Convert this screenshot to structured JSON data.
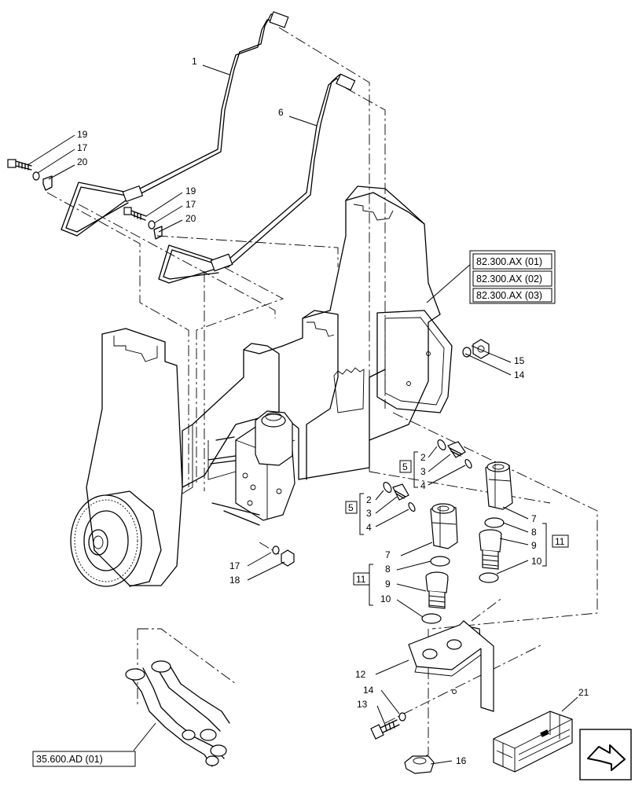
{
  "callouts": [
    {
      "id": "c1",
      "text": "1"
    },
    {
      "id": "c6",
      "text": "6"
    },
    {
      "id": "c19a",
      "text": "19"
    },
    {
      "id": "c17a",
      "text": "17"
    },
    {
      "id": "c20a",
      "text": "20"
    },
    {
      "id": "c19b",
      "text": "19"
    },
    {
      "id": "c17b",
      "text": "17"
    },
    {
      "id": "c20b",
      "text": "20"
    },
    {
      "id": "c15",
      "text": "15"
    },
    {
      "id": "c14a",
      "text": "14"
    },
    {
      "id": "c2a",
      "text": "2"
    },
    {
      "id": "c3a",
      "text": "3"
    },
    {
      "id": "c4a",
      "text": "4"
    },
    {
      "id": "c5a",
      "text": "5"
    },
    {
      "id": "c2b",
      "text": "2"
    },
    {
      "id": "c3b",
      "text": "3"
    },
    {
      "id": "c4b",
      "text": "4"
    },
    {
      "id": "c5b",
      "text": "5"
    },
    {
      "id": "c7a",
      "text": "7"
    },
    {
      "id": "c8a",
      "text": "8"
    },
    {
      "id": "c9a",
      "text": "9"
    },
    {
      "id": "c10a",
      "text": "10"
    },
    {
      "id": "c11a",
      "text": "11"
    },
    {
      "id": "c7b",
      "text": "7"
    },
    {
      "id": "c8b",
      "text": "8"
    },
    {
      "id": "c9b",
      "text": "9"
    },
    {
      "id": "c10b",
      "text": "10"
    },
    {
      "id": "c11b",
      "text": "11"
    },
    {
      "id": "c17c",
      "text": "17"
    },
    {
      "id": "c18",
      "text": "18"
    },
    {
      "id": "c12",
      "text": "12"
    },
    {
      "id": "c14b",
      "text": "14"
    },
    {
      "id": "c13",
      "text": "13"
    },
    {
      "id": "c16",
      "text": "16"
    },
    {
      "id": "c21",
      "text": "21"
    }
  ],
  "references": [
    {
      "id": "r1",
      "text": "82.300.AX (01)"
    },
    {
      "id": "r2",
      "text": "82.300.AX (02)"
    },
    {
      "id": "r3",
      "text": "82.300.AX (03)"
    },
    {
      "id": "r4",
      "text": "35.600.AD (01)"
    }
  ],
  "nav_icon": "next-page-arrow-icon",
  "kit_icon": "crate-icon"
}
